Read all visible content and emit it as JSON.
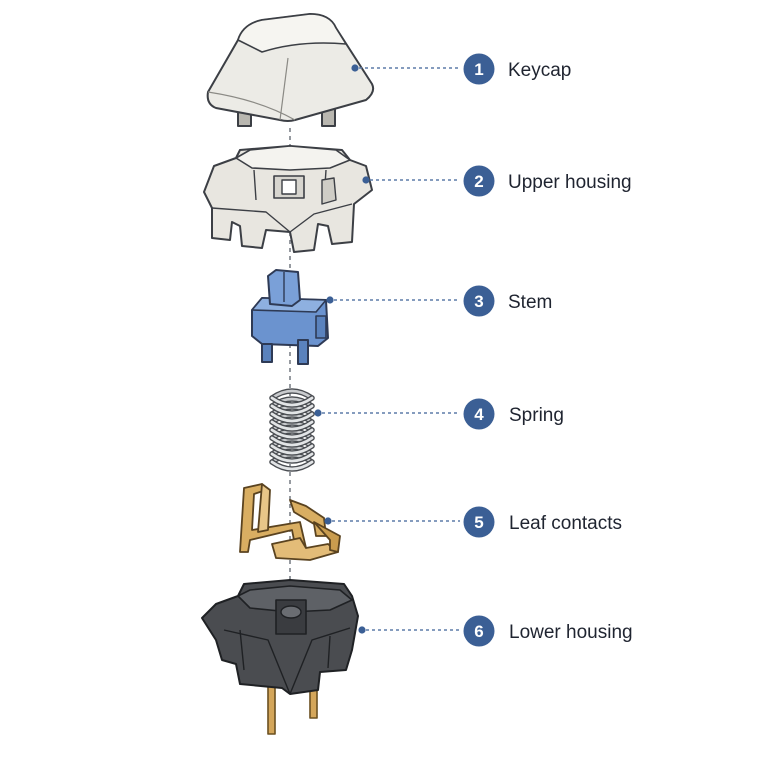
{
  "colors": {
    "badge": "#3b5f95",
    "leader": "#5d7ba8",
    "keycap": "#ecebe6",
    "upper_housing": "#e8e6e0",
    "stem": "#6b93cf",
    "spring": "#c9cbce",
    "leaf_contacts": "#d9ae62",
    "lower_housing": "#4a4c50",
    "pins": "#d4a65a"
  },
  "parts": [
    {
      "number": "1",
      "label": "Keycap",
      "icon": "keycap-icon"
    },
    {
      "number": "2",
      "label": "Upper housing",
      "icon": "upper-housing-icon"
    },
    {
      "number": "3",
      "label": "Stem",
      "icon": "stem-icon"
    },
    {
      "number": "4",
      "label": "Spring",
      "icon": "spring-icon"
    },
    {
      "number": "5",
      "label": "Leaf contacts",
      "icon": "leaf-contacts-icon"
    },
    {
      "number": "6",
      "label": "Lower housing",
      "icon": "lower-housing-icon"
    }
  ]
}
